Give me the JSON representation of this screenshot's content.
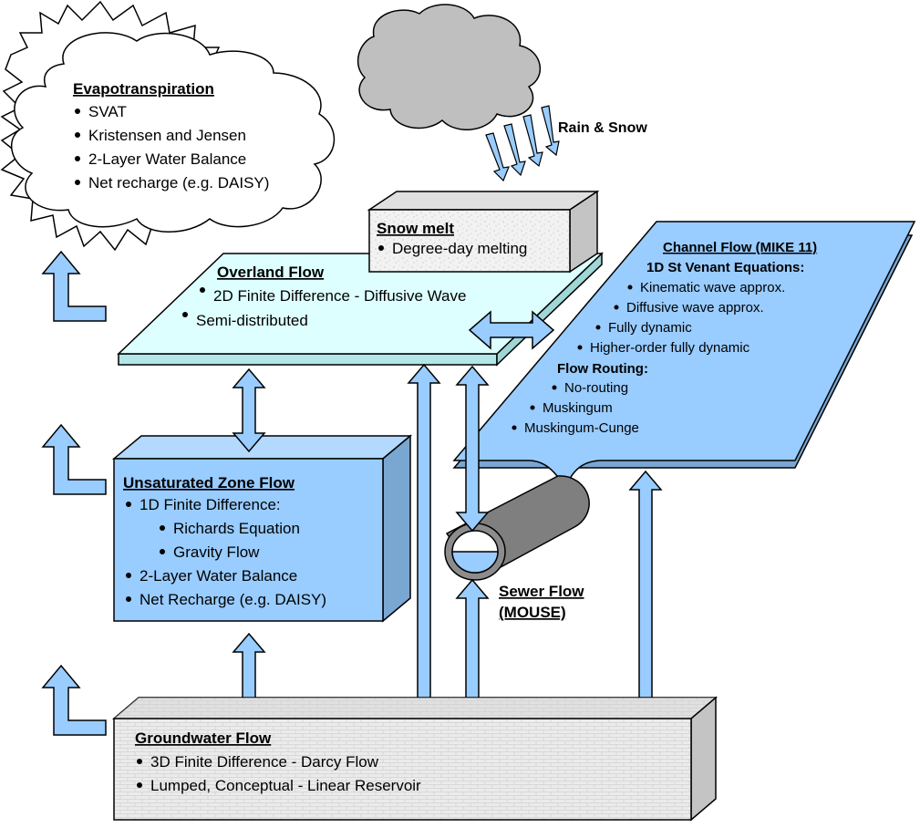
{
  "colors": {
    "light_blue": "#99CCFF",
    "pale_cyan": "#DDFFFF",
    "box_side": "#7AA6D2",
    "box_top": "#B3D9FF",
    "gray_box": "#E8E8E8",
    "gray_top": "#D0D0D0",
    "pipe": "#808080",
    "cloud_dark": "#BFBFBF"
  },
  "evapotranspiration": {
    "title": "Evapotranspiration",
    "items": [
      "SVAT",
      "Kristensen and Jensen",
      "2-Layer Water Balance",
      "Net recharge (e.g. DAISY)"
    ]
  },
  "rain": {
    "label": "Rain & Snow"
  },
  "snow_melt": {
    "title": "Snow melt",
    "items": [
      "Degree-day melting"
    ]
  },
  "overland": {
    "title": "Overland Flow",
    "items": [
      "2D Finite Difference - Diffusive Wave",
      "Semi-distributed"
    ]
  },
  "channel": {
    "title": "Channel Flow (MIKE 11)",
    "subtitle1": "1D St Venant Equations",
    "subtitle1_colon": ":",
    "items1": [
      "Kinematic wave approx.",
      "Diffusive wave approx.",
      "Fully dynamic",
      "Higher-order fully dynamic"
    ],
    "subtitle2": "Flow Routing:",
    "items2": [
      "No-routing",
      "Muskingum",
      "Muskingum-Cunge"
    ]
  },
  "unsaturated": {
    "title": "Unsaturated Zone Flow",
    "item1": "1D Finite Difference:",
    "sub_items": [
      "Richards Equation",
      "Gravity Flow"
    ],
    "item2": "2-Layer Water Balance",
    "item3": "Net Recharge (e.g. DAISY)"
  },
  "sewer": {
    "line1": "Sewer Flow",
    "line2": "(MOUSE)"
  },
  "groundwater": {
    "title": "Groundwater Flow",
    "items": [
      "3D Finite Difference - Darcy Flow",
      "Lumped, Conceptual - Linear Reservoir"
    ]
  }
}
